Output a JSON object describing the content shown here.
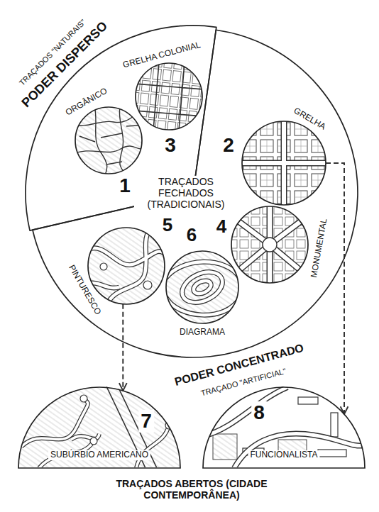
{
  "diagram": {
    "nodes": [
      {
        "text": [
          "TRAÇADOS \"NATURAIS\"",
          "PODER DISPERSO"
        ]
      },
      {
        "text": [
          "ORGÂNICO",
          "1"
        ],
        "in": 0
      },
      {
        "text": [
          "GRELHA COLONIAL",
          "3"
        ],
        "in": 0
      },
      {
        "text": [
          "PODER CONCENTRADO",
          "TRAÇADO \"ARTIFICIAL\""
        ]
      },
      {
        "text": [
          "GRELHA",
          "2"
        ],
        "in": 3
      },
      {
        "text": [
          "MONUMENTAL",
          "4"
        ],
        "in": 3
      },
      {
        "text": [
          "PINTURESCO",
          "5"
        ],
        "in": 3
      },
      {
        "text": [
          "DIAGRAMA",
          "6"
        ],
        "in": 3
      },
      {
        "text": [
          "SUBÚRBIO AMERICANO",
          "7"
        ]
      },
      {
        "text": [
          "FUNCIONALISTA",
          "8"
        ]
      }
    ],
    "edges": [
      {
        "from": 6,
        "to": 8,
        "arrow": "to"
      },
      {
        "from": 4,
        "to": 9,
        "arrow": "to"
      }
    ],
    "labels": [
      "TRAÇADOS FECHADOS (TRADICIONAIS)",
      "TRAÇADOS ABERTOS (CIDADE CONTEMPORÂNEA)"
    ]
  }
}
